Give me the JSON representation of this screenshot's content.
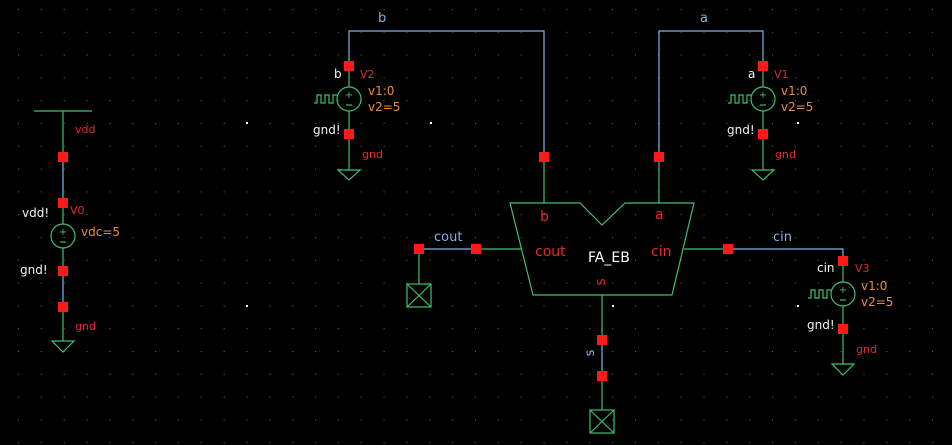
{
  "colors": {
    "background": "#000000",
    "symbol": "#3fbf6f",
    "wire": "#7fb2e5",
    "pin": "#ff1a1a",
    "net_label": "#e8282a",
    "param": "#f08a3a",
    "terminal_text": "#f2f2f2"
  },
  "wires": {
    "b": "b",
    "a": "a",
    "cout": "cout",
    "cin": "cin",
    "s": "s"
  },
  "sources": {
    "v0": {
      "instance": "V0",
      "param1": "vdc=5",
      "top_net": "vdd!",
      "bot_net": "gnd!",
      "top_label": "vdd",
      "gnd_label": "gnd"
    },
    "v1": {
      "instance": "V1",
      "param1": "v1:0",
      "param2": "v2=5",
      "top_net": "a",
      "bot_net": "gnd!",
      "gnd_label": "gnd"
    },
    "v2": {
      "instance": "V2",
      "param1": "v1:0",
      "param2": "v2=5",
      "top_net": "b",
      "bot_net": "gnd!",
      "gnd_label": "gnd"
    },
    "v3": {
      "instance": "V3",
      "param1": "v1:0",
      "param2": "v2=5",
      "top_net": "cin",
      "bot_net": "gnd!",
      "gnd_label": "gnd"
    }
  },
  "block": {
    "name": "FA_EB",
    "pins": {
      "b": "b",
      "a": "a",
      "cout": "cout",
      "cin": "cin",
      "s": "s"
    }
  }
}
